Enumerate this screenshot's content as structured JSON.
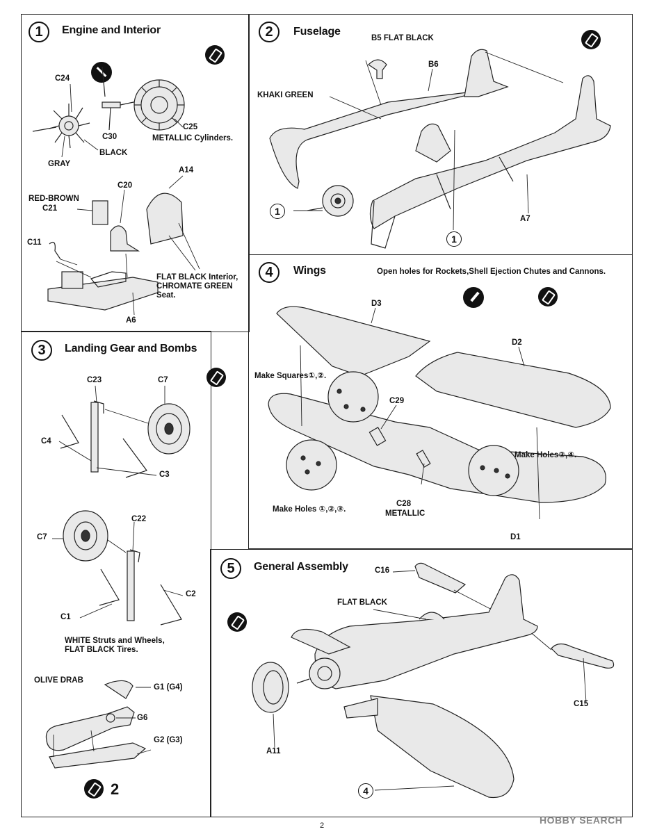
{
  "steps": [
    {
      "number": "1",
      "title": "Engine and Interior"
    },
    {
      "number": "2",
      "title": "Fuselage"
    },
    {
      "number": "3",
      "title": "Landing Gear and Bombs"
    },
    {
      "number": "4",
      "title": "Wings"
    },
    {
      "number": "5",
      "title": "General Assembly"
    }
  ],
  "step1": {
    "labels": {
      "c24": "C24",
      "c30": "C30",
      "black": "BLACK",
      "gray": "GRAY",
      "c25": "C25",
      "metallic_cyl": "METALLIC Cylinders.",
      "a14": "A14",
      "c20": "C20",
      "red_brown": "RED-BROWN",
      "c21": "C21",
      "c11": "C11",
      "flat_black_note": "FLAT BLACK Interior,\nCHROMATE GREEN\nSeat.",
      "a6": "A6"
    }
  },
  "step2": {
    "labels": {
      "b5": "B5  FLAT BLACK",
      "b6": "B6",
      "khaki": "KHAKI GREEN",
      "a7": "A7",
      "ref1a": "1",
      "ref1b": "1"
    }
  },
  "step3": {
    "labels": {
      "c23": "C23",
      "c7a": "C7",
      "c4": "C4",
      "c3": "C3",
      "c22": "C22",
      "c7b": "C7",
      "c2": "C2",
      "c1": "C1",
      "white_note": "WHITE Struts and Wheels,\nFLAT BLACK Tires.",
      "olive": "OLIVE DRAB",
      "g1": "G1 (G4)",
      "g6": "G6",
      "g2": "G2 (G3)",
      "qty": "2"
    }
  },
  "step4": {
    "note": "Open holes for Rockets,Shell Ejection Chutes and Cannons.",
    "labels": {
      "d3": "D3",
      "d2": "D2",
      "make_squares": "Make Squares①,②.",
      "c29": "C29",
      "make_holes_24": "Make Holes②,④.",
      "make_holes_123": "Make Holes ①,②,③.",
      "c28": "C28",
      "metallic": "METALLIC",
      "d1": "D1"
    }
  },
  "step5": {
    "labels": {
      "c16": "C16",
      "flat_black": "FLAT BLACK",
      "a11": "A11",
      "c15": "C15",
      "ref4": "4"
    }
  },
  "icons": [
    "glue-icon",
    "no-cement-icon",
    "knife-icon"
  ],
  "page_number": "2",
  "watermark": "HOBBY SEARCH"
}
